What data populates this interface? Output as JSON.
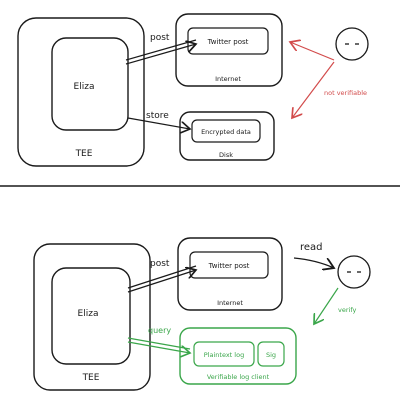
{
  "colors": {
    "ink": "#1a1a1a",
    "red": "#d24b4b",
    "green": "#3aa64a"
  },
  "top": {
    "tee_label": "TEE",
    "eliza_label": "Eliza",
    "post_label": "post",
    "store_label": "store",
    "twitter_post_label": "Twitter post",
    "internet_label": "Internet",
    "encrypted_data_label": "Encrypted data",
    "disk_label": "Disk",
    "not_verifiable_label": "not verifiable",
    "face_icon": "face-icon"
  },
  "bottom": {
    "tee_label": "TEE",
    "eliza_label": "Eliza",
    "post_label": "post",
    "query_label": "query",
    "twitter_post_label": "Twitter post",
    "internet_label": "Internet",
    "read_label": "read",
    "verify_label": "verify",
    "plaintext_log_label": "Plaintext log",
    "sig_label": "Sig",
    "verifiable_log_client_label": "Verifiable log client",
    "face_icon": "face-icon"
  }
}
